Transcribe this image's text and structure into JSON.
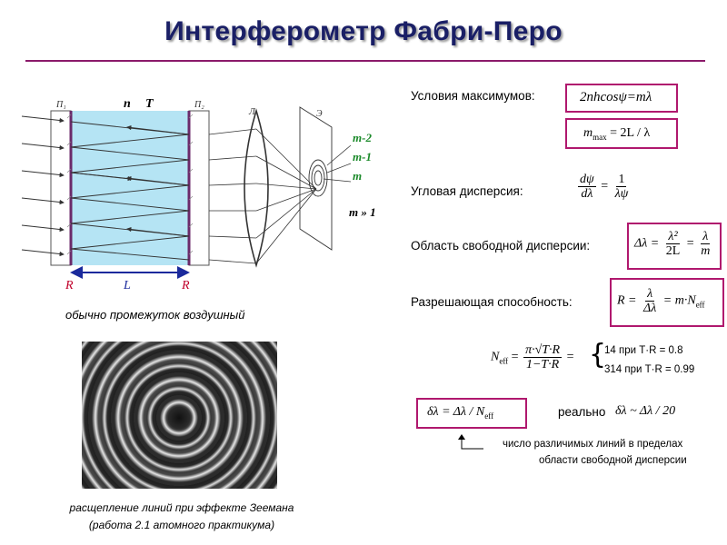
{
  "title": "Интерферометр Фабри-Перо",
  "diagram": {
    "plate_left": "П₁",
    "plate_right": "П₂",
    "n_label": "n",
    "t_label": "T",
    "lens_label": "Л",
    "screen_label": "Э",
    "order_labels": [
      "m-2",
      "m-1",
      "m"
    ],
    "m_condition": "m » 1",
    "r_left": "R",
    "l_label": "L",
    "r_right": "R",
    "caption": "обычно промежуток воздушный"
  },
  "zeeman": {
    "caption_line1": "расщепление линий при эффекте Зеемана",
    "caption_line2": "(работа 2.1 атомного практикума)"
  },
  "formulas": {
    "max_label": "Условия максимумов:",
    "max_formula": "2nhcosψ=mλ",
    "mmax_lhs": "m",
    "mmax_sub": "max",
    "mmax_rhs": "= 2L / λ",
    "angular_label": "Угловая дисперсия:",
    "angular_num": "dψ",
    "angular_den": "dλ",
    "angular_eq": "=",
    "angular_rnum": "1",
    "angular_rden": "λψ",
    "fsr_label": "Область свободной дисперсии:",
    "fsr_lhs": "Δλ =",
    "fsr_num1": "λ²",
    "fsr_den1": "2L",
    "fsr_eq": "=",
    "fsr_num2": "λ",
    "fsr_den2": "m",
    "res_label": "Разрешающая способность:",
    "res_lhs": "R =",
    "res_num": "λ",
    "res_den": "Δλ",
    "res_rhs": "= m·N",
    "res_sub": "eff",
    "neff_lhs": "N",
    "neff_sub": "eff",
    "neff_eq": "=",
    "neff_num": "π·√T·R",
    "neff_den": "1−T·R",
    "neff_eq2": "=",
    "case1": "14 при T·R = 0.8",
    "case2": "314 при T·R = 0.99",
    "dl_formula": "δλ = Δλ / N",
    "dl_sub": "eff",
    "real_label": "реально",
    "real_formula": "δλ ~ Δλ / 20",
    "note_line1": "число различимых линий в пределах",
    "note_line2": "области свободной дисперсии"
  }
}
